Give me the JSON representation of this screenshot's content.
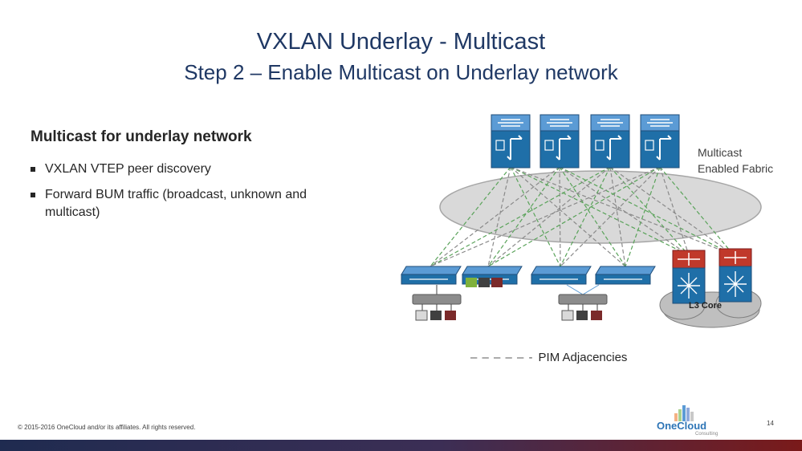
{
  "slide": {
    "title": "VXLAN Underlay - Multicast",
    "subtitle": "Step 2 – Enable Multicast on Underlay network",
    "heading": "Multicast for underlay network",
    "bullets": [
      "VXLAN VTEP peer discovery",
      "Forward BUM traffic (broadcast, unknown and multicast)"
    ]
  },
  "diagram": {
    "fabric_label_line1": "Multicast",
    "fabric_label_line2": "Enabled Fabric",
    "core_label": "L3 Core",
    "legend_dash": "– – – – – -",
    "legend_label": "PIM Adjacencies",
    "colors": {
      "spine": "#1f6fa8",
      "leaf": "#1f6fa8",
      "core": "#c0392b",
      "pim_link": "#5aa35a",
      "pim_link_alt": "#8a8a8a"
    }
  },
  "footer": {
    "copyright": "© 2015-2016 OneCloud and/or its affiliates. All rights reserved.",
    "page_number": "14",
    "logo_text": "OneCloud",
    "logo_sub": "Consulting"
  }
}
